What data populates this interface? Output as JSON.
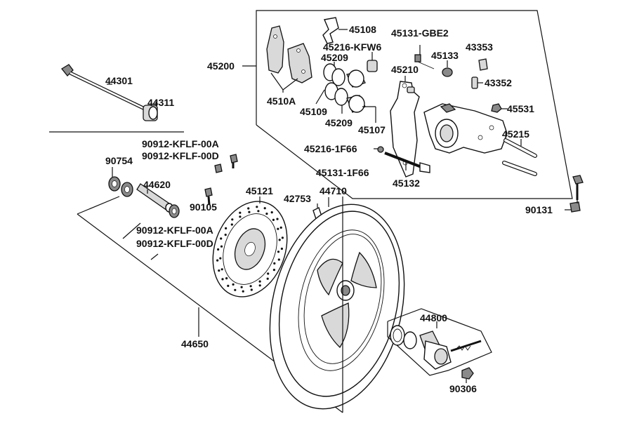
{
  "labels": {
    "l44301": "44301",
    "l44311": "44311",
    "l90912a_top": "90912-KFLF-00A",
    "l90912d_top": "90912-KFLF-00D",
    "l90754": "90754",
    "l44620": "44620",
    "l90105": "90105",
    "l90912a_bot": "90912-KFLF-00A",
    "l90912d_bot": "90912-KFLF-00D",
    "l44650": "44650",
    "l45121": "45121",
    "l42753": "42753",
    "l44710": "44710",
    "l45200": "45200",
    "l4510A": "4510A",
    "l45108": "45108",
    "l45216kfw6": "45216-KFW6",
    "l45209a": "45209",
    "l45109": "45109",
    "l45209b": "45209",
    "l45107": "45107",
    "l45131gbe2": "45131-GBE2",
    "l45133": "45133",
    "l43353": "43353",
    "l43352": "43352",
    "l45210": "45210",
    "l45531": "45531",
    "l45215": "45215",
    "l45216_1f66": "45216-1F66",
    "l45131_1f66": "45131-1F66",
    "l45132": "45132",
    "l90131": "90131",
    "l44800": "44800",
    "l90306": "90306"
  },
  "icons": {
    "axle": "axle-bolt-icon",
    "disc": "brake-disc-icon",
    "wheel": "wheel-tire-icon",
    "caliper": "brake-caliper-icon",
    "gear": "speedometer-gear-icon"
  }
}
